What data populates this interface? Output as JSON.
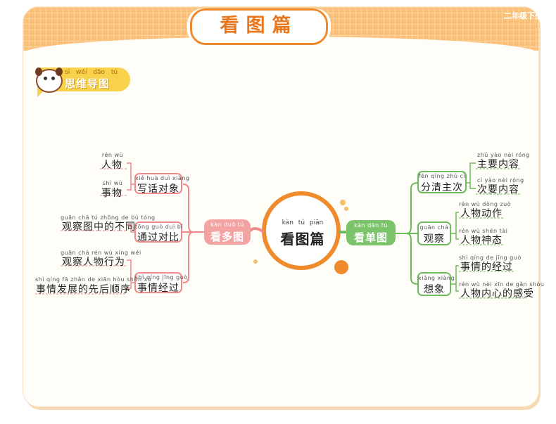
{
  "header": {
    "title": "看图篇",
    "grade": "二年级下册"
  },
  "section_badge": {
    "pinyin": "sī wéi dǎo tú",
    "label": "思维导图"
  },
  "center": {
    "pinyin": "kàn tú piān",
    "label": "看图篇"
  },
  "left_branch": {
    "pinyin": "kàn duō tú",
    "label": "看多图",
    "children": [
      {
        "pinyin": "xiě huà duì xiàng",
        "label": "写话对象",
        "leaves": [
          {
            "pinyin": "rén wù",
            "label": "人物"
          },
          {
            "pinyin": "shì wù",
            "label": "事物"
          }
        ]
      },
      {
        "pinyin": "tōng guò duì bǐ",
        "label": "通过对比",
        "leaves": [
          {
            "pinyin": "guān chá tú zhōng de bù tóng",
            "label": "观察图中的不同"
          }
        ]
      },
      {
        "pinyin": "shì qíng jīng guò",
        "label": "事情经过",
        "leaves": [
          {
            "pinyin": "guān chá rén wù xíng wéi",
            "label": "观察人物行为"
          },
          {
            "pinyin": "shì qíng fā zhǎn de xiān hòu shùn xù",
            "label": "事情发展的先后顺序"
          }
        ]
      }
    ]
  },
  "right_branch": {
    "pinyin": "kàn dān tú",
    "label": "看单图",
    "children": [
      {
        "pinyin": "fēn qīng zhǔ cì",
        "label": "分清主次",
        "leaves": [
          {
            "pinyin": "zhǔ yào nèi róng",
            "label": "主要内容"
          },
          {
            "pinyin": "cì yào nèi róng",
            "label": "次要内容"
          }
        ]
      },
      {
        "pinyin": "guān chá",
        "label": "观察",
        "leaves": [
          {
            "pinyin": "rén wù dòng zuò",
            "label": "人物动作"
          },
          {
            "pinyin": "rén wù shén tài",
            "label": "人物神态"
          }
        ]
      },
      {
        "pinyin": "xiǎng xiàng",
        "label": "想象",
        "leaves": [
          {
            "pinyin": "shì qíng de jīng guò",
            "label": "事情的经过"
          },
          {
            "pinyin": "rén wù nèi xīn de gǎn shòu",
            "label": "人物内心的感受"
          }
        ]
      }
    ]
  },
  "colors": {
    "orange": "#ef8b2c",
    "pink": "#f08a8a",
    "green": "#6dbb5a",
    "yellow": "#f7d24a"
  }
}
